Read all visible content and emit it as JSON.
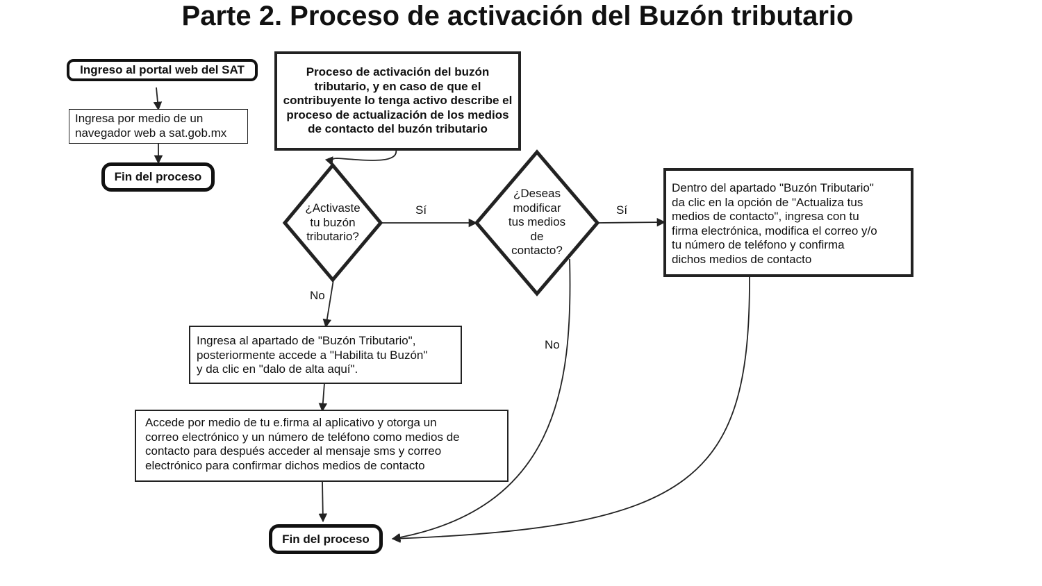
{
  "title": "Parte 2. Proceso de activación del Buzón tributario",
  "nodes": {
    "portal": "Ingreso al portal web del SAT",
    "navegador": "Ingresa por medio de un\nnavegador web a sat.gob.mx",
    "fin_top": "Fin del proceso",
    "descripcion": "Proceso de activación del buzón tributario, y en caso de que el contribuyente lo tenga activo describe el proceso de actualización de los medios de contacto del buzón tributario",
    "decision_activaste": "¿Activaste\ntu buzón\ntributario?",
    "decision_modificar": "¿Deseas\nmodificar\ntus medios\nde\ncontacto?",
    "actualiza": "Dentro del apartado \"Buzón Tributario\"\nda clic en la opción de \"Actualiza tus\nmedios de contacto\", ingresa con tu\nfirma electrónica, modifica el correo y/o\ntu número de teléfono y confirma\ndichos medios de contacto",
    "habilita": "Ingresa al apartado de \"Buzón Tributario\",\nposteriormente accede a \"Habilita tu Buzón\"\ny da clic en \"dalo de alta aquí\".",
    "efirma": "Accede por medio de tu e.firma al aplicativo y otorga un\ncorreo electrónico y un número de teléfono como medios de\ncontacto para después acceder al mensaje sms y correo\nelectrónico para confirmar dichos medios de contacto",
    "fin_bottom": "Fin del proceso"
  },
  "edge_labels": {
    "si_1": "Sí",
    "si_2": "Sí",
    "no_1": "No",
    "no_2": "No"
  }
}
